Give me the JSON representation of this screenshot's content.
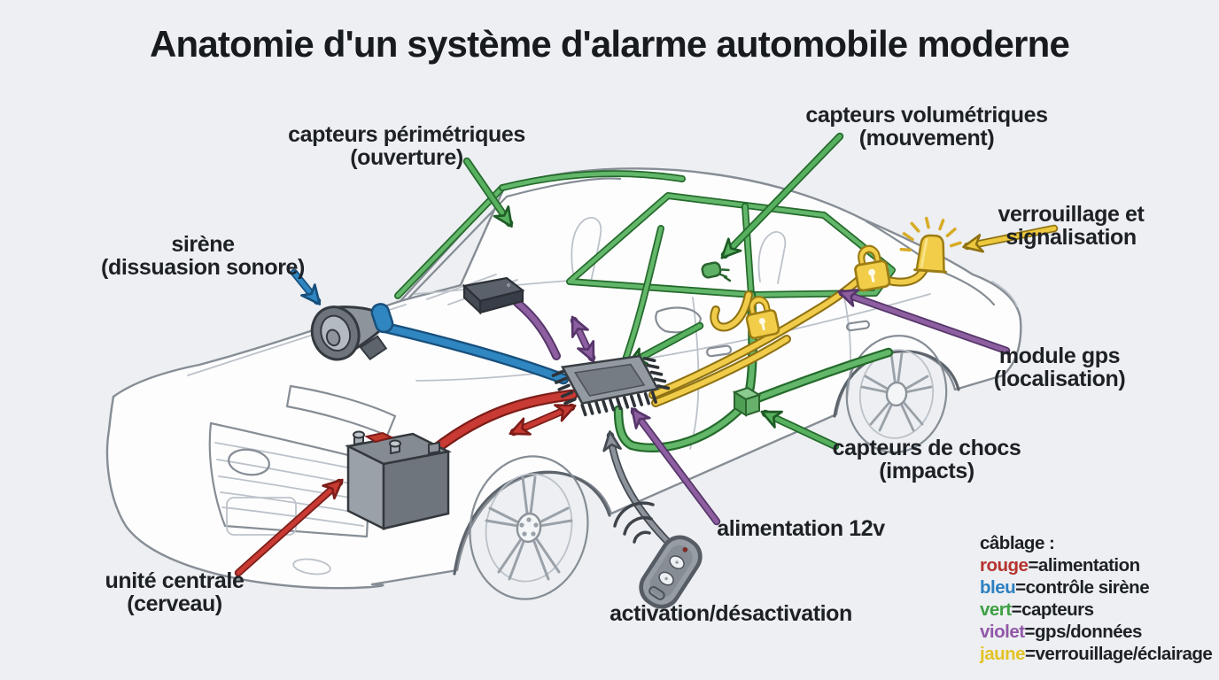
{
  "title": "Anatomie d'un système d'alarme automobile moderne",
  "labels": {
    "capteurs_perimetriques": {
      "line1": "capteurs périmétriques",
      "line2": "(ouverture)"
    },
    "capteurs_volumetriques": {
      "line1": "capteurs volumétriques",
      "line2": "(mouvement)"
    },
    "verrouillage": {
      "line1": "verrouillage et",
      "line2": "signalisation"
    },
    "sirene": {
      "line1": "sirène",
      "line2": "(dissuasion sonore)"
    },
    "module_gps": {
      "line1": "module gps",
      "line2": "(localisation)"
    },
    "capteurs_chocs": {
      "line1": "capteurs de chocs",
      "line2": "(impacts)"
    },
    "alimentation": {
      "line1": "alimentation 12v"
    },
    "activation": {
      "line1": "activation/désactivation"
    },
    "unite_centrale": {
      "line1": "unité centrale",
      "line2": "(cerveau)"
    }
  },
  "legend": {
    "heading": "câblage :",
    "items": [
      {
        "term": "rouge",
        "desc": "=alimentation",
        "color": "#b5332e"
      },
      {
        "term": "bleu",
        "desc": "=contrôle sirène",
        "color": "#2d7fc0"
      },
      {
        "term": "vert",
        "desc": "=capteurs",
        "color": "#3fa044"
      },
      {
        "term": "violet",
        "desc": "=gps/données",
        "color": "#9257a8"
      },
      {
        "term": "jaune",
        "desc": "=verrouillage/éclairage",
        "color": "#e3c326"
      }
    ]
  },
  "wire_colors": {
    "rouge": "#c83a33",
    "bleu": "#2f86c0",
    "vert": "#63b76a",
    "violet": "#8d5fa0",
    "jaune": "#f0cc4a"
  },
  "components": [
    "siren",
    "battery-12v",
    "central-unit-chip",
    "gps-module",
    "key-fob-remote",
    "door-padlocks",
    "signal-beacon",
    "motion-sensor",
    "shock-sensor"
  ]
}
